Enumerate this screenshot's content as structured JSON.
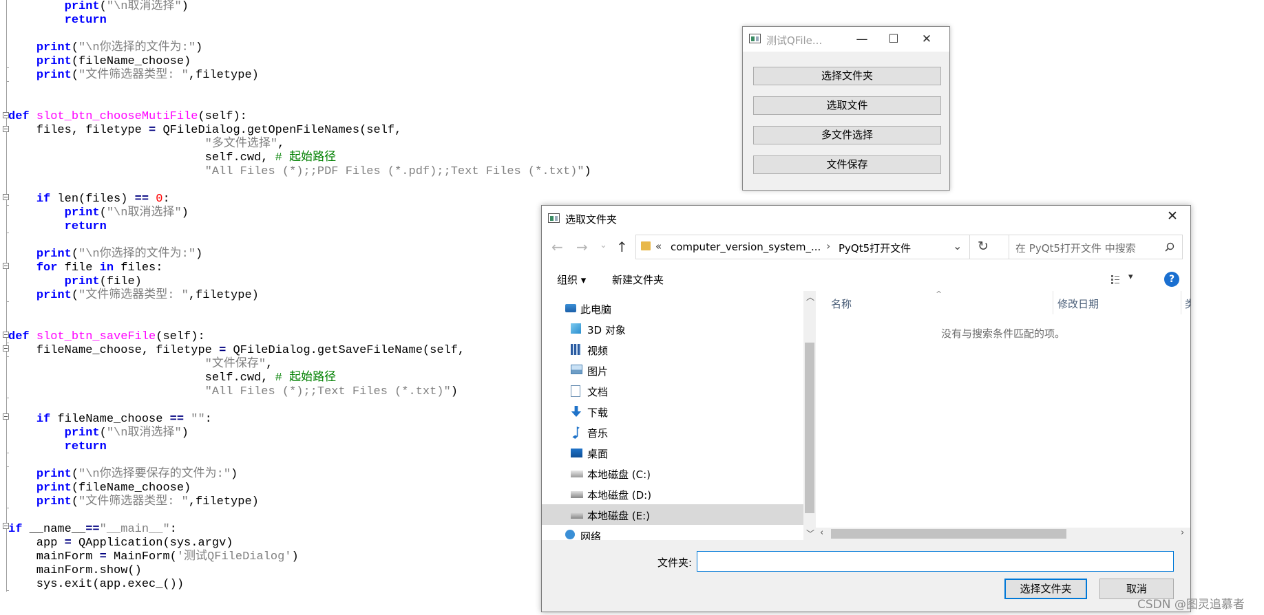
{
  "editor": {
    "lines": [
      [
        "        ",
        {
          "k": "print"
        },
        "(",
        {
          "s": "\"\\n取消选择\""
        },
        ")"
      ],
      [
        "        ",
        {
          "k": "return"
        }
      ],
      [
        ""
      ],
      [
        "    ",
        {
          "k": "print"
        },
        "(",
        {
          "s": "\"\\n你选择的文件为:\""
        },
        ")"
      ],
      [
        "    ",
        {
          "k": "print"
        },
        "(fileName_choose)"
      ],
      [
        "    ",
        {
          "k": "print"
        },
        "(",
        {
          "s": "\"文件筛选器类型: \""
        },
        ",filetype)"
      ],
      [
        ""
      ],
      [
        ""
      ],
      [
        "",
        {
          "k": "def"
        },
        " ",
        {
          "f": "slot_btn_chooseMutiFile"
        },
        "(self):"
      ],
      [
        "    files, filetype ",
        {
          "o": "="
        },
        " QFileDialog.getOpenFileNames(self,"
      ],
      [
        "                            ",
        {
          "s": "\"多文件选择\""
        },
        ","
      ],
      [
        "                            self.cwd, ",
        {
          "c": "# 起始路径"
        }
      ],
      [
        "                            ",
        {
          "s": "\"All Files (*);;PDF Files (*.pdf);;Text Files (*.txt)\""
        },
        ")"
      ],
      [
        ""
      ],
      [
        "    ",
        {
          "k": "if"
        },
        " len(files) ",
        {
          "o": "=="
        },
        " ",
        {
          "n": "0"
        },
        ":"
      ],
      [
        "        ",
        {
          "k": "print"
        },
        "(",
        {
          "s": "\"\\n取消选择\""
        },
        ")"
      ],
      [
        "        ",
        {
          "k": "return"
        }
      ],
      [
        ""
      ],
      [
        "    ",
        {
          "k": "print"
        },
        "(",
        {
          "s": "\"\\n你选择的文件为:\""
        },
        ")"
      ],
      [
        "    ",
        {
          "k": "for"
        },
        " file ",
        {
          "k": "in"
        },
        " files:"
      ],
      [
        "        ",
        {
          "k": "print"
        },
        "(file)"
      ],
      [
        "    ",
        {
          "k": "print"
        },
        "(",
        {
          "s": "\"文件筛选器类型: \""
        },
        ",filetype)"
      ],
      [
        ""
      ],
      [
        ""
      ],
      [
        "",
        {
          "k": "def"
        },
        " ",
        {
          "f": "slot_btn_saveFile"
        },
        "(self):"
      ],
      [
        "    fileName_choose, filetype ",
        {
          "o": "="
        },
        " QFileDialog.getSaveFileName(self,"
      ],
      [
        "                            ",
        {
          "s": "\"文件保存\""
        },
        ","
      ],
      [
        "                            self.cwd, ",
        {
          "c": "# 起始路径"
        }
      ],
      [
        "                            ",
        {
          "s": "\"All Files (*);;Text Files (*.txt)\""
        },
        ")"
      ],
      [
        ""
      ],
      [
        "    ",
        {
          "k": "if"
        },
        " fileName_choose ",
        {
          "o": "=="
        },
        " ",
        {
          "s": "\"\""
        },
        ":"
      ],
      [
        "        ",
        {
          "k": "print"
        },
        "(",
        {
          "s": "\"\\n取消选择\""
        },
        ")"
      ],
      [
        "        ",
        {
          "k": "return"
        }
      ],
      [
        ""
      ],
      [
        "    ",
        {
          "k": "print"
        },
        "(",
        {
          "s": "\"\\n你选择要保存的文件为:\""
        },
        ")"
      ],
      [
        "    ",
        {
          "k": "print"
        },
        "(fileName_choose)"
      ],
      [
        "    ",
        {
          "k": "print"
        },
        "(",
        {
          "s": "\"文件筛选器类型: \""
        },
        ",filetype)"
      ],
      [
        ""
      ],
      [
        "",
        {
          "k": "if"
        },
        " __name__",
        {
          "o": "=="
        },
        {
          "s": "\"__main__\""
        },
        ":"
      ],
      [
        "    app ",
        {
          "o": "="
        },
        " QApplication(sys.argv)"
      ],
      [
        "    mainForm ",
        {
          "o": "="
        },
        " MainForm(",
        {
          "s": "'测试QFileDialog'"
        },
        ")"
      ],
      [
        "    mainForm.show()"
      ],
      [
        "    sys.exit(app.exec_())"
      ]
    ]
  },
  "test_window": {
    "title": "测试QFile...",
    "buttons": [
      "选择文件夹",
      "选取文件",
      "多文件选择",
      "文件保存"
    ]
  },
  "dialog": {
    "title": "选取文件夹",
    "path_prefix": "«",
    "path_segment_1": "computer_version_system_...",
    "path_separator": "›",
    "path_segment_2": "PyQt5打开文件",
    "search_placeholder": "在 PyQt5打开文件 中搜索",
    "toolbar": {
      "organize": "组织 ▾",
      "new_folder": "新建文件夹",
      "help": "?"
    },
    "nav_items": [
      {
        "label": "此电脑",
        "icon": "computer-icon",
        "selected": false
      },
      {
        "label": "3D 对象",
        "icon": "3d-objects-icon",
        "selected": false
      },
      {
        "label": "视频",
        "icon": "video-icon",
        "selected": false
      },
      {
        "label": "图片",
        "icon": "pictures-icon",
        "selected": false
      },
      {
        "label": "文档",
        "icon": "documents-icon",
        "selected": false
      },
      {
        "label": "下载",
        "icon": "downloads-icon",
        "selected": false
      },
      {
        "label": "音乐",
        "icon": "music-icon",
        "selected": false
      },
      {
        "label": "桌面",
        "icon": "desktop-icon",
        "selected": false
      },
      {
        "label": "本地磁盘 (C:)",
        "icon": "drive-c-icon",
        "selected": false
      },
      {
        "label": "本地磁盘 (D:)",
        "icon": "drive-icon",
        "selected": false
      },
      {
        "label": "本地磁盘 (E:)",
        "icon": "drive-icon",
        "selected": true
      },
      {
        "label": "网络",
        "icon": "network-icon",
        "selected": false
      }
    ],
    "columns": [
      "名称",
      "修改日期",
      "类"
    ],
    "empty_message": "没有与搜索条件匹配的项。",
    "folder_label": "文件夹:",
    "folder_value": "",
    "select_button": "选择文件夹",
    "cancel_button": "取消"
  },
  "watermark": "CSDN @图灵追慕者",
  "colors": {
    "keyword": "#0000ff",
    "function": "#ff00ff",
    "string": "#808080",
    "comment": "#008000",
    "number": "#ff0000",
    "selected_bg": "#d9d9d9",
    "focus_border": "#0078d7"
  }
}
